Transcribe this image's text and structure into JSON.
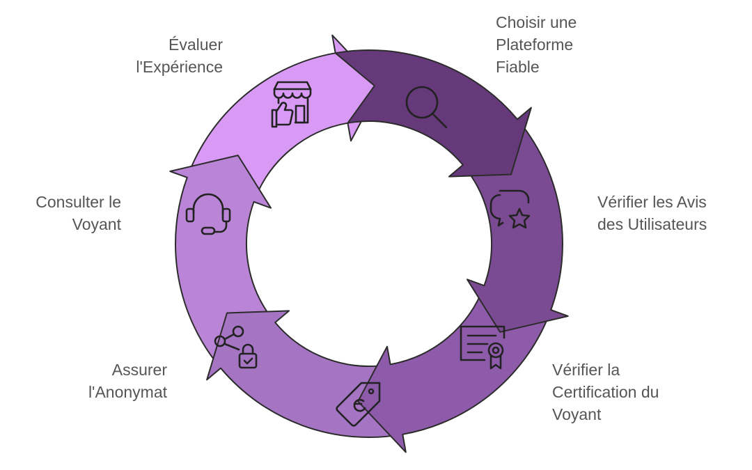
{
  "diagram": {
    "type": "cycle",
    "steps": [
      {
        "label_lines": [
          "Choisir une",
          "Plateforme",
          "Fiable"
        ],
        "icon": "search-icon",
        "color": "#65397A"
      },
      {
        "label_lines": [
          "Vérifier les Avis",
          "des Utilisateurs"
        ],
        "icon": "review-star-icon",
        "color": "#7A4B92"
      },
      {
        "label_lines": [
          "Vérifier la",
          "Certification du",
          "Voyant"
        ],
        "icon": "certificate-icon",
        "color": "#8E5BAA"
      },
      {
        "label_lines": [
          "Assurer",
          "l'Anonymat"
        ],
        "icon": "price-tag-euro-icon",
        "color": "#A574C2"
      },
      {
        "label_lines": [
          "Consulter le",
          "Voyant"
        ],
        "icon": "headset-icon",
        "color": "#BA85D6"
      },
      {
        "label_lines": [
          "Évaluer",
          "l'Expérience"
        ],
        "icon": "storefront-thumbs-up-icon",
        "color": "#D89AF5"
      }
    ],
    "extra_icons": [
      "share-lock-icon"
    ]
  }
}
